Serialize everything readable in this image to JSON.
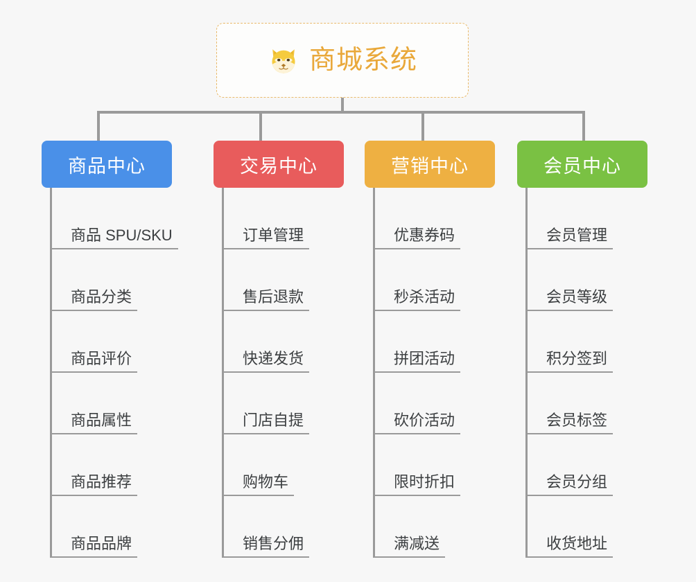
{
  "diagram": {
    "type": "org-chart",
    "root": {
      "title": "商城系统",
      "icon": "shiba-dog-icon"
    },
    "colors": {
      "background": "#f7f7f7",
      "root_border": "#e9b96a",
      "root_text": "#e9a83a",
      "connector": "#9a9a9a",
      "leaf_text": "#3c3f41",
      "leaf_rule": "#9a9a9a"
    },
    "categories": [
      {
        "label": "商品中心",
        "color": "#4a90e8",
        "items": [
          "商品 SPU/SKU",
          "商品分类",
          "商品评价",
          "商品属性",
          "商品推荐",
          "商品品牌"
        ]
      },
      {
        "label": "交易中心",
        "color": "#e85c5c",
        "items": [
          "订单管理",
          "售后退款",
          "快递发货",
          "门店自提",
          "购物车",
          "销售分佣"
        ]
      },
      {
        "label": "营销中心",
        "color": "#eeb042",
        "items": [
          "优惠券码",
          "秒杀活动",
          "拼团活动",
          "砍价活动",
          "限时折扣",
          "满减送"
        ]
      },
      {
        "label": "会员中心",
        "color": "#7ac143",
        "items": [
          "会员管理",
          "会员等级",
          "积分签到",
          "会员标签",
          "会员分组",
          "收货地址"
        ]
      }
    ]
  }
}
